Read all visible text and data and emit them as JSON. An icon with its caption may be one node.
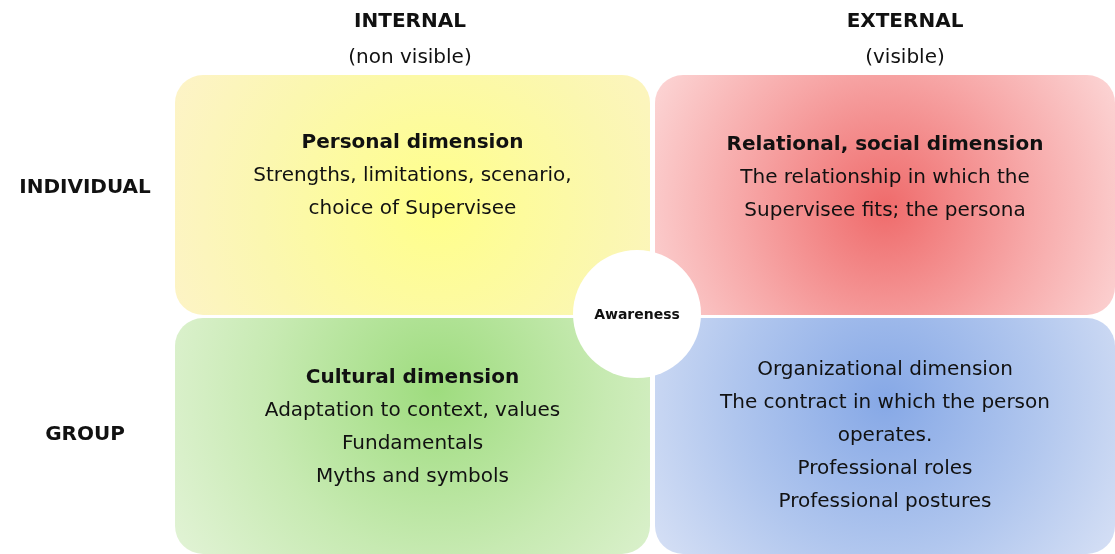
{
  "diagram": {
    "nodes": [
      {
        "text": [
          "Personal dimension",
          "Strengths, limitations, scenario, choice of Supervisee"
        ]
      },
      {
        "text": [
          "Relational, social dimension",
          "The relationship in which the Supervisee fits; the persona"
        ]
      },
      {
        "text": [
          "Cultural dimension",
          "Adaptation to context, values",
          "Fundamentals",
          "Myths and symbols"
        ]
      },
      {
        "text": [
          "Organizational dimension",
          "The contract in which the person operates.",
          "Professional roles",
          "Professional postures"
        ]
      },
      {
        "text": [
          "Awareness"
        ]
      }
    ],
    "edges": [],
    "labels": [
      "INTERNAL",
      "(non visible)",
      "EXTERNAL",
      "(visible)",
      "INDIVIDUAL",
      "GROUP"
    ]
  }
}
